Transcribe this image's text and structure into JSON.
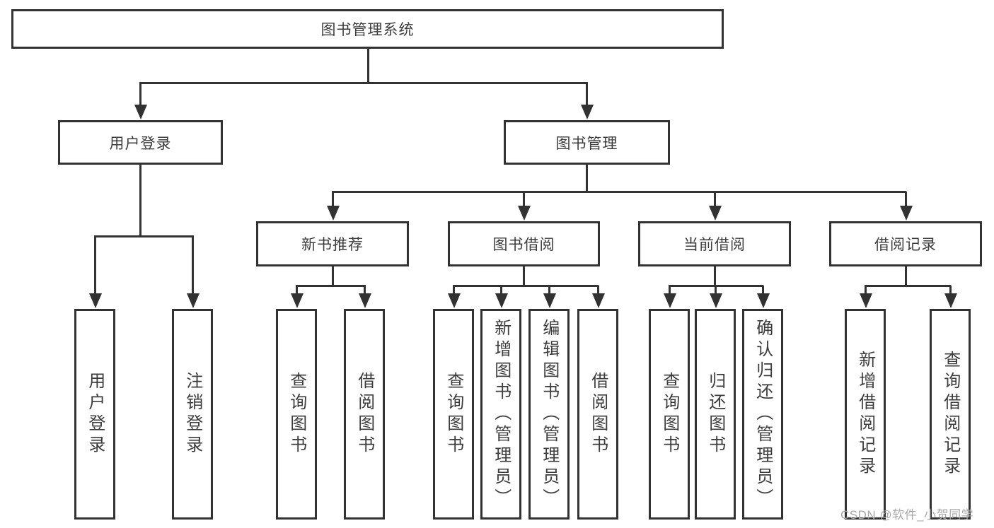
{
  "diagram": {
    "root": {
      "label": "图书管理系统"
    },
    "level2": [
      {
        "label": "用户登录"
      },
      {
        "label": "图书管理"
      }
    ],
    "level3": [
      {
        "label": "新书推荐"
      },
      {
        "label": "图书借阅"
      },
      {
        "label": "当前借阅"
      },
      {
        "label": "借阅记录"
      }
    ],
    "leaves": {
      "user_login": [
        {
          "label": "用户登录"
        },
        {
          "label": "注销登录"
        }
      ],
      "new_book": [
        {
          "label": "查询图书"
        },
        {
          "label": "借阅图书"
        }
      ],
      "book_borrow": [
        {
          "label": "查询图书"
        },
        {
          "label": "新增图书（管理员）"
        },
        {
          "label": "编辑图书（管理员）"
        },
        {
          "label": "借阅图书"
        }
      ],
      "current_borrow": [
        {
          "label": "查询图书"
        },
        {
          "label": "归还图书"
        },
        {
          "label": "确认归还（管理员）"
        }
      ],
      "borrow_records": [
        {
          "label": "新增借阅记录"
        },
        {
          "label": "查询借阅记录"
        }
      ]
    },
    "watermark": "CSDN @软件_小贺同学",
    "colors": {
      "line": "#323232",
      "text": "#3c3c3c",
      "background": "#ffffff",
      "watermark": "#a8a8a8"
    }
  }
}
